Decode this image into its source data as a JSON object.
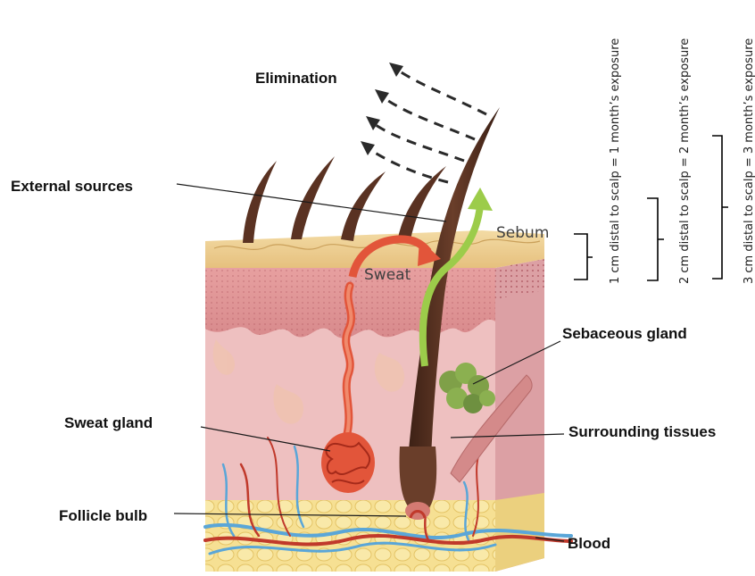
{
  "labels": {
    "elimination": "Elimination",
    "external_sources": "External sources",
    "sweat_gland": "Sweat gland",
    "follicle_bulb": "Follicle bulb",
    "sebaceous_gland": "Sebaceous gland",
    "surrounding_tissues": "Surrounding tissues",
    "blood": "Blood",
    "sweat": "Sweat",
    "sebum": "Sebum"
  },
  "segments": [
    "1 cm distal to scalp = 1 month’s exposure",
    "2 cm distal to scalp = 2 month’s exposure",
    "3 cm distal to scalp = 3 month’s exposure"
  ],
  "colors": {
    "sweat_arrow": "#e2553a",
    "sebum_arrow": "#9ccc4a",
    "hair": "#4a2a1c",
    "dermis": "#eab9b8",
    "fat": "#f4dd8a",
    "vein": "#5aa6d8",
    "artery": "#c0392b"
  }
}
